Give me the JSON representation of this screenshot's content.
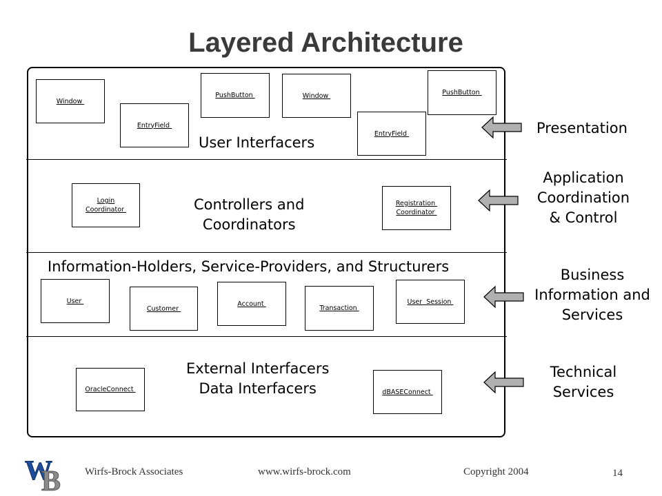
{
  "title": "Layered Architecture",
  "layers": [
    {
      "label": "User Interfacers"
    },
    {
      "label": "Controllers and\nCoordinators"
    },
    {
      "label": "Information-Holders, Service-Providers, and Structurers"
    },
    {
      "label": "External Interfacers\nData Interfacers"
    }
  ],
  "classes": {
    "window_1": "Window ",
    "entryfield_1": "EntryField ",
    "pushbutton_1": "PushButton ",
    "window_2": "Window ",
    "entryfield_2": "EntryField ",
    "pushbutton_2": "PushButton ",
    "login_coordinator": "Login\nCoordinator ",
    "registration_coordinator": "Registration \nCoordinator ",
    "user": "User ",
    "customer": "Customer ",
    "account": "Account ",
    "transaction": "Transaction ",
    "user_session": "User  Session ",
    "oracle_connect": "OracleConnect ",
    "dbase_connect": "dBASEConnect "
  },
  "side_labels": [
    {
      "text": "Presentation"
    },
    {
      "text": "Application\nCoordination\n& Control"
    },
    {
      "text": "Business\nInformation and\nServices"
    },
    {
      "text": "Technical\nServices"
    }
  ],
  "footer": {
    "company": "Wirfs-Brock Associates",
    "url": "www.wirfs-brock.com",
    "copyright": "Copyright 2004",
    "page": "14"
  },
  "logo_text": "WB",
  "colors": {
    "logo_blue": "#1f4e9c",
    "logo_gray": "#8a8a8a",
    "arrow_fill": "#b0b0b0"
  }
}
